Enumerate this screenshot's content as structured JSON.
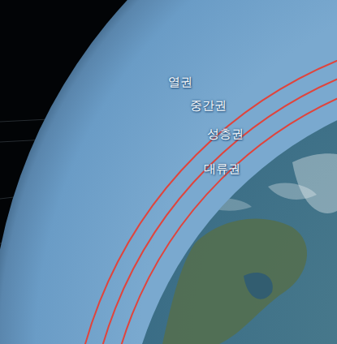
{
  "diagram": {
    "labels": [
      "열권",
      "중간권",
      "성층권",
      "대류권"
    ]
  }
}
